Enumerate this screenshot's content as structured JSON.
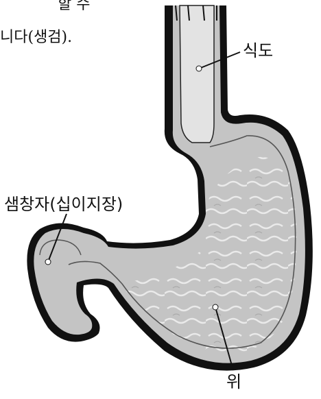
{
  "caption": {
    "line1": "할 수",
    "line2": "니다(생검)."
  },
  "labels": {
    "esophagus": "식도",
    "duodenum": "샘창자(십이지장)",
    "stomach": "위"
  },
  "colors": {
    "outline": "#111111",
    "organ_fill": "#c4c4c4",
    "lumen_fill": "#e3e3e3",
    "background": "#ffffff"
  }
}
